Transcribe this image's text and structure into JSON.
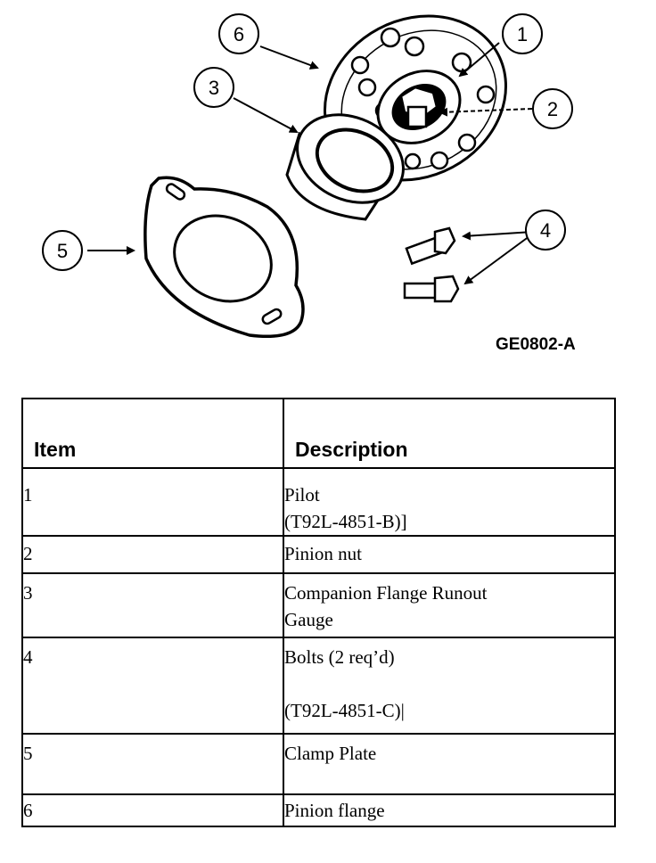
{
  "figure_id": "GE0802-A",
  "callouts": [
    "1",
    "2",
    "3",
    "4",
    "5",
    "6"
  ],
  "table": {
    "headers": {
      "item": "Item",
      "description": "Description"
    },
    "rows": [
      {
        "item": "1",
        "lines": [
          "Pilot",
          "(T92L-4851-B)]"
        ]
      },
      {
        "item": "2",
        "lines": [
          "Pinion nut"
        ]
      },
      {
        "item": "3",
        "lines": [
          "Companion Flange Runout",
          "Gauge"
        ]
      },
      {
        "item": "4",
        "lines": [
          "Bolts (2 req’d)",
          "",
          "(T92L-4851-C)|"
        ]
      },
      {
        "item": "5",
        "lines": [
          "Clamp Plate",
          ""
        ]
      },
      {
        "item": "6",
        "lines": [
          "Pinion flange"
        ]
      }
    ]
  }
}
